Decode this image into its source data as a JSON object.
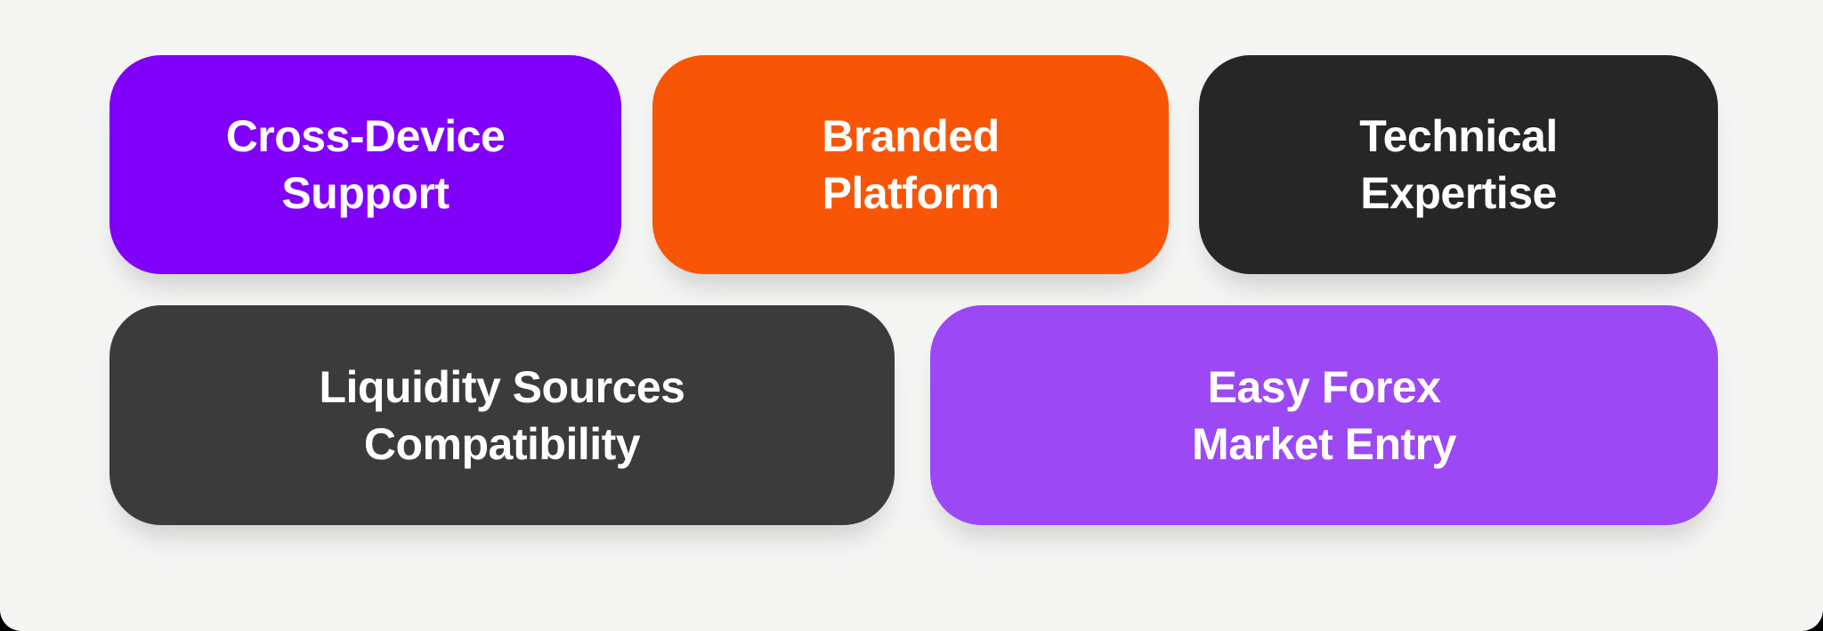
{
  "page": {
    "background_color": "#f5f5f4",
    "outer_background_color": "#000000",
    "text_color": "#ffffff"
  },
  "cards": [
    {
      "id": "cross-device-support",
      "line1": "Cross-Device",
      "line2": "Support",
      "color": "#8000FA"
    },
    {
      "id": "branded-platform",
      "line1": "Branded",
      "line2": "Platform",
      "color": "#F95506"
    },
    {
      "id": "technical-expertise",
      "line1": "Technical",
      "line2": "Expertise",
      "color": "#262626"
    },
    {
      "id": "liquidity-sources-compatibility",
      "line1": "Liquidity Sources",
      "line2": "Compatibility",
      "color": "#3B3B3B"
    },
    {
      "id": "easy-forex-market-entry",
      "line1": "Easy Forex",
      "line2": "Market Entry",
      "color": "#9C48F5"
    }
  ]
}
